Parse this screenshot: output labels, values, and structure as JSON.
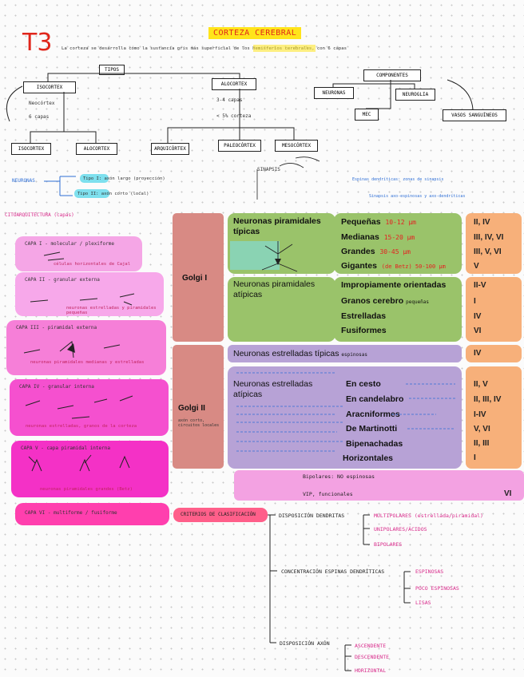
{
  "header": {
    "code": "T3",
    "title": "CORTEZA CEREBRAL",
    "intro": "La corteza se desarrolla cómo la sustancia gris más superficial de los hemisferios cerebrales, con 6 capas",
    "intro_highlight": "hemisferios cerebrales"
  },
  "top_tree": {
    "tipos": "TIPOS",
    "isocortex": "ISOCORTEX",
    "isocortex_notes": [
      "Neocórtex",
      "6 capas"
    ],
    "allocortex": "ALOCORTEX",
    "allocortex_notes": [
      "3-4 capas",
      "< 5% corteza"
    ],
    "componentes": "COMPONENTES",
    "neuronas": "NEURONAS",
    "neuroglia": "NEUROGLIA",
    "mec": "MEC",
    "vasos": "VASOS SANGUÍNEOS",
    "leaf_isocortex_1": "ISOCORTEX",
    "leaf_isocortex_2": "ALOCORTEX",
    "leaf_allocortex_1": "ARQUICÓRTEX",
    "leaf_allocortex_2": "PALEOCÓRTEX",
    "leaf_allocortex_3": "MESOCÓRTEX"
  },
  "neurons_note": {
    "label": "NEURONAS",
    "tipo1": "Tipo I: axón largo (proyección)",
    "tipo2": "Tipo II: axón corto (local)",
    "sinapsis": "SINAPSIS",
    "blue_right_1": "Espinas dendríticas: zonas de sinapsis",
    "blue_right_2": "Sinapsis axo-espinosas y axo-dendríticas"
  },
  "citoarq": "CITOARQUITECTURA (capas)",
  "capas": [
    {
      "title": "CAPA I - molecular / plexiforme",
      "sub": "células horizontales de Cajal"
    },
    {
      "title": "CAPA II - granular externa",
      "sub": "neuronas estrelladas y piramidales pequeñas"
    },
    {
      "title": "CAPA III - piramidal externa",
      "sub": "neuronas piramidales medianas y estrelladas"
    },
    {
      "title": "CAPA IV - granular interna",
      "sub": "neuronas estrelladas, granos de la corteza"
    },
    {
      "title": "CAPA V - capa piramidal interna",
      "sub": "neuronas piramidales grandes (Betz)"
    },
    {
      "title": "CAPA VI - multiforme / fusiforme",
      "sub": ""
    }
  ],
  "golgi1": {
    "label": "Golgi I",
    "tipicas": "Neuronas piramidales típicas",
    "sizes": [
      {
        "name": "Pequeñas",
        "val": "10-12 μm",
        "layers": "II, IV"
      },
      {
        "name": "Medianas",
        "val": "15-20 μm",
        "layers": "III, IV, VI"
      },
      {
        "name": "Grandes",
        "val": "30-45 μm",
        "layers": "III, V, VI"
      },
      {
        "name": "Gigantes",
        "val": "(de Betz) 50-100 μm",
        "layers": "V"
      }
    ],
    "atipicas": "Neuronas piramidales atípicas",
    "atip_rows": [
      {
        "name": "Impropiamente orientadas",
        "layers": "II-V"
      },
      {
        "name": "Granos cerebro",
        "note": "pequeñas",
        "layers": "I"
      },
      {
        "name": "Estrelladas",
        "layers": "IV"
      },
      {
        "name": "Fusiformes",
        "layers": "VI"
      }
    ]
  },
  "golgi2": {
    "label": "Golgi II",
    "sub": "axón corto, circuitos locales",
    "tipicas": "Neuronas estrelladas típicas",
    "tipicas_note": "espinosas",
    "tipicas_layers": "IV",
    "atipicas": "Neuronas estrelladas atípicas",
    "atip_rows": [
      {
        "name": "En cesto",
        "layers": "II, V"
      },
      {
        "name": "En candelabro",
        "layers": "II, III, IV"
      },
      {
        "name": "Aracniformes",
        "layers": "I-IV"
      },
      {
        "name": "De Martinotti",
        "layers": "V, VI"
      },
      {
        "name": "Bipenachadas",
        "layers": "II, III"
      },
      {
        "name": "Horizontales",
        "layers": "I"
      }
    ],
    "bottom_1": "Bipolares: NO espinosas",
    "bottom_2": "VIP, funcionales",
    "bottom_layers": "VI"
  },
  "criterios": {
    "label": "CRITERIOS DE CLASIFICACIÓN",
    "dendritas": "DISPOSICIÓN DENDRITAS",
    "dend_items": [
      "MULTIPOLARES (estrellada/piramidal)",
      "UNIPOLARES/ÁCIDOS",
      "BIPOLARES"
    ],
    "espinas": "CONCENTRACIÓN ESPINAS DENDRÍTICAS",
    "esp_items": [
      "ESPINOSAS",
      "POCO ESPINOSAS",
      "LISAS"
    ],
    "axon": "DISPOSICIÓN AXÓN",
    "axon_items": [
      "ASCENDENTE",
      "DESCENDENTE",
      "HORIZONTAL"
    ]
  },
  "colors": {
    "title_bg": "#ffe41a",
    "title_fg": "#e0261b",
    "golgi_red": "#d88a84",
    "green": "#9ac36a",
    "purple": "#b7a2d6",
    "orange": "#f7b07a",
    "pink": "#f3a2e2",
    "magenta": "#ff3aa0"
  }
}
